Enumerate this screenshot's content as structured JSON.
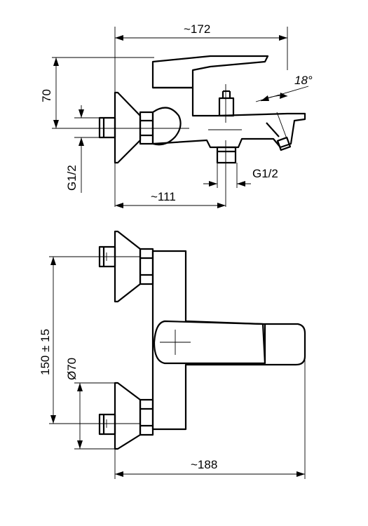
{
  "top_view": {
    "dim_width": "~172",
    "dim_height": "70",
    "dim_angle": "18°",
    "dim_inlet_thread": "G1/2",
    "dim_outlet_thread": "G1/2",
    "dim_inlet_offset": "~111"
  },
  "front_view": {
    "dim_center_distance": "150 ± 15",
    "dim_escutcheon": "Ø70",
    "dim_width": "~188"
  }
}
